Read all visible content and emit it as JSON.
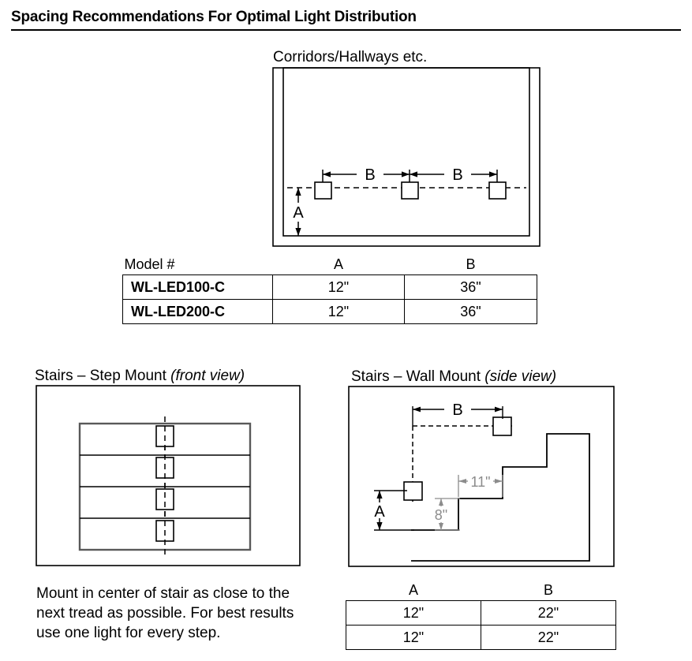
{
  "title": "Spacing Recommendations For Optimal Light Distribution",
  "corridor": {
    "caption": "Corridors/Hallways etc.",
    "dim_b_left": "B",
    "dim_b_right": "B",
    "dim_a": "A"
  },
  "corridor_table": {
    "headers": [
      "Model #",
      "A",
      "B"
    ],
    "rows": [
      {
        "model": "WL-LED100-C",
        "a": "12\"",
        "b": "36\""
      },
      {
        "model": "WL-LED200-C",
        "a": "12\"",
        "b": "36\""
      }
    ]
  },
  "step_mount": {
    "caption_main": "Stairs – Step Mount",
    "caption_italic": "(front view)"
  },
  "wall_mount": {
    "caption_main": "Stairs – Wall Mount",
    "caption_italic": "(side view)",
    "dim_b": "B",
    "dim_a": "A",
    "tread_label": "11\"",
    "riser_label": "8\""
  },
  "wall_mount_table": {
    "headers": [
      "A",
      "B"
    ],
    "rows": [
      {
        "a": "12\"",
        "b": "22\""
      },
      {
        "a": "12\"",
        "b": "22\""
      }
    ]
  },
  "note": "Mount in center of stair as close to the next tread as possible. For best results use one light for every step.",
  "colors": {
    "line": "#000000",
    "gray_annotation": "#8c8c8c",
    "stair_edge": "#595959"
  }
}
